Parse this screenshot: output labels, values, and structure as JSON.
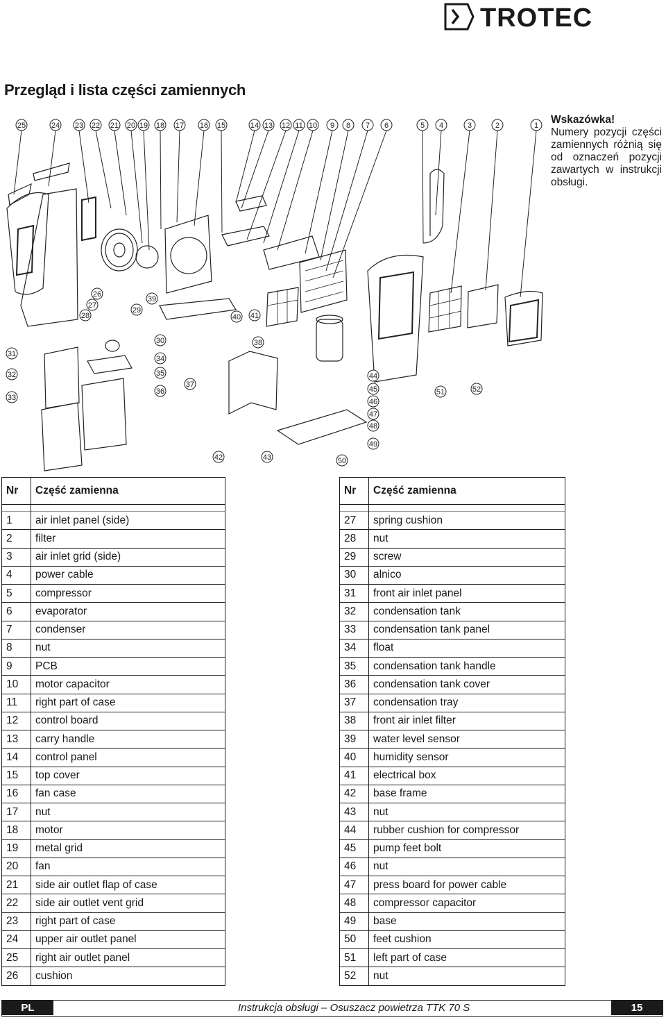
{
  "header": {
    "brand": "TROTEC"
  },
  "title": "Przegląd i lista części zamiennych",
  "note": {
    "title": "Wskazówka!",
    "text": "Numery pozycji części zamiennych różnią się od oznaczeń pozycji zawartych w instrukcji obsługi."
  },
  "diagram": {
    "callouts_top": [
      "25",
      "24",
      "23",
      "22",
      "21",
      "20",
      "19",
      "18",
      "17",
      "16",
      "15",
      "14",
      "13",
      "12",
      "11",
      "10",
      "9",
      "8",
      "7",
      "6",
      "5",
      "4",
      "3",
      "2",
      "1"
    ],
    "callouts_lower": [
      "26",
      "27",
      "28",
      "29",
      "39",
      "40",
      "41",
      "30",
      "38",
      "31",
      "34",
      "32",
      "35",
      "36",
      "37",
      "33",
      "44",
      "45",
      "46",
      "47",
      "48",
      "49",
      "51",
      "52",
      "42",
      "43",
      "50"
    ]
  },
  "table": {
    "header_nr": "Nr",
    "header_part": "Część zamienna",
    "left_rows": [
      [
        "1",
        "air inlet panel (side)"
      ],
      [
        "2",
        "filter"
      ],
      [
        "3",
        "air inlet grid (side)"
      ],
      [
        "4",
        "power cable"
      ],
      [
        "5",
        "compressor"
      ],
      [
        "6",
        "evaporator"
      ],
      [
        "7",
        "condenser"
      ],
      [
        "8",
        "nut"
      ],
      [
        "9",
        "PCB"
      ],
      [
        "10",
        "motor capacitor"
      ],
      [
        "11",
        "right part of case"
      ],
      [
        "12",
        "control board"
      ],
      [
        "13",
        "carry handle"
      ],
      [
        "14",
        "control panel"
      ],
      [
        "15",
        "top cover"
      ],
      [
        "16",
        "fan case"
      ],
      [
        "17",
        "nut"
      ],
      [
        "18",
        "motor"
      ],
      [
        "19",
        "metal grid"
      ],
      [
        "20",
        "fan"
      ],
      [
        "21",
        "side air outlet flap of case"
      ],
      [
        "22",
        "side air outlet vent grid"
      ],
      [
        "23",
        "right part of case"
      ],
      [
        "24",
        "upper air outlet panel"
      ],
      [
        "25",
        "right air outlet panel"
      ],
      [
        "26",
        "cushion"
      ]
    ],
    "right_rows": [
      [
        "27",
        "spring cushion"
      ],
      [
        "28",
        "nut"
      ],
      [
        "29",
        "screw"
      ],
      [
        "30",
        "alnico"
      ],
      [
        "31",
        "front air inlet panel"
      ],
      [
        "32",
        "condensation tank"
      ],
      [
        "33",
        "condensation tank panel"
      ],
      [
        "34",
        "float"
      ],
      [
        "35",
        "condensation tank handle"
      ],
      [
        "36",
        "condensation tank cover"
      ],
      [
        "37",
        "condensation tray"
      ],
      [
        "38",
        "front air inlet filter"
      ],
      [
        "39",
        "water level sensor"
      ],
      [
        "40",
        "humidity sensor"
      ],
      [
        "41",
        "electrical box"
      ],
      [
        "42",
        "base frame"
      ],
      [
        "43",
        "nut"
      ],
      [
        "44",
        "rubber cushion for compressor"
      ],
      [
        "45",
        "pump feet bolt"
      ],
      [
        "46",
        "nut"
      ],
      [
        "47",
        "press board for power cable"
      ],
      [
        "48",
        "compressor capacitor"
      ],
      [
        "49",
        "base"
      ],
      [
        "50",
        "feet cushion"
      ],
      [
        "51",
        "left part of case"
      ],
      [
        "52",
        "nut"
      ]
    ]
  },
  "footer": {
    "language": "PL",
    "document": "Instrukcja obsługi – Osuszacz powietrza TTK 70 S",
    "page": "15"
  }
}
